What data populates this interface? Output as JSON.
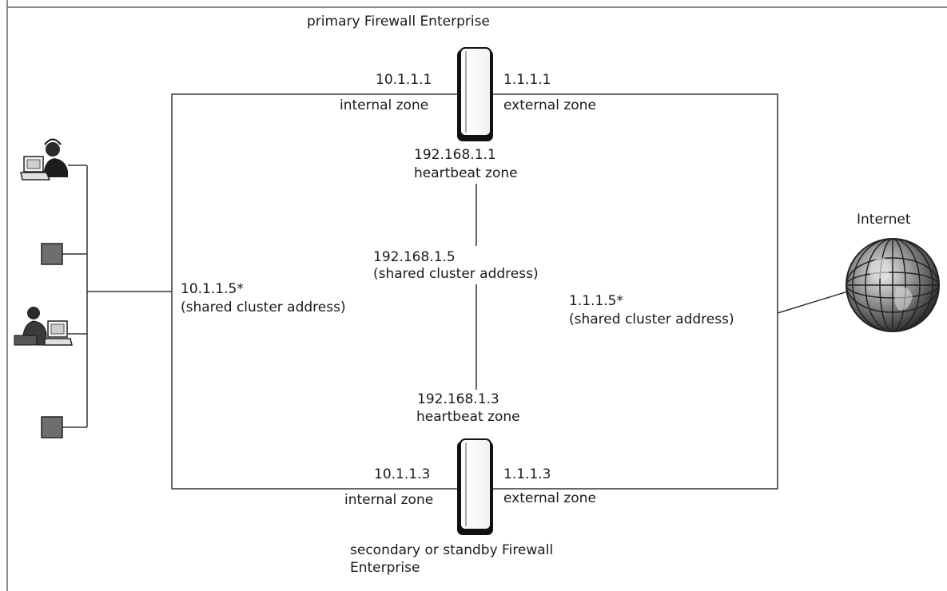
{
  "primary": {
    "title": "primary Firewall Enterprise",
    "internal_ip": "10.1.1.1",
    "internal_zone": "internal zone",
    "external_ip": "1.1.1.1",
    "external_zone": "external zone",
    "heartbeat_ip": "192.168.1.1",
    "heartbeat_zone": "heartbeat zone"
  },
  "secondary": {
    "title_line1": "secondary or standby Firewall",
    "title_line2": "Enterprise",
    "internal_ip": "10.1.1.3",
    "internal_zone": "internal zone",
    "external_ip": "1.1.1.3",
    "external_zone": "external zone",
    "heartbeat_ip": "192.168.1.3",
    "heartbeat_zone": "heartbeat zone"
  },
  "cluster": {
    "heartbeat_ip": "192.168.1.5",
    "heartbeat_note": "(shared cluster address)",
    "internal_ip": "10.1.1.5*",
    "internal_note": "(shared cluster address)",
    "external_ip": "1.1.1.5*",
    "external_note": "(shared cluster address)"
  },
  "internet": {
    "label": "Internet"
  },
  "icons": [
    "user-workstation-icon",
    "server-icon",
    "user-workstation-icon",
    "server-icon",
    "firewall-icon",
    "globe-icon"
  ]
}
